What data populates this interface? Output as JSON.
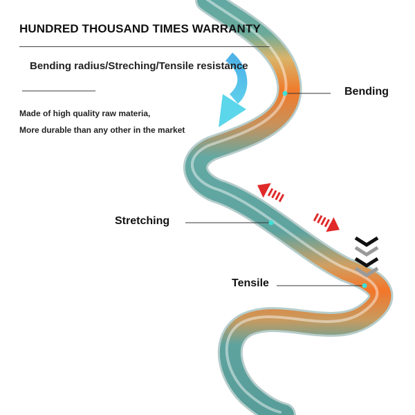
{
  "header": {
    "title": "HUNDRED THOUSAND TIMES WARRANTY",
    "subtitle": "Bending radius/Streching/Tensile resistance"
  },
  "description": {
    "line1": "Made of high quality raw materia,",
    "line2": "More durable than any other in the market"
  },
  "callouts": {
    "bending": "Bending",
    "stretching": "Stretching",
    "tensile": "Tensile"
  },
  "colors": {
    "cable_teal": "#5fa39f",
    "cable_orange": "#f07a2a",
    "arrow_cyan": "#4fd3ea",
    "arrow_red": "#e02a2a",
    "dot": "#3ee0d8"
  },
  "icons": {
    "bend_arrow": "curved-arrow-icon",
    "stretch_arrows": "striped-arrow-icon",
    "tensile_arrows": "chevron-down-icon"
  }
}
